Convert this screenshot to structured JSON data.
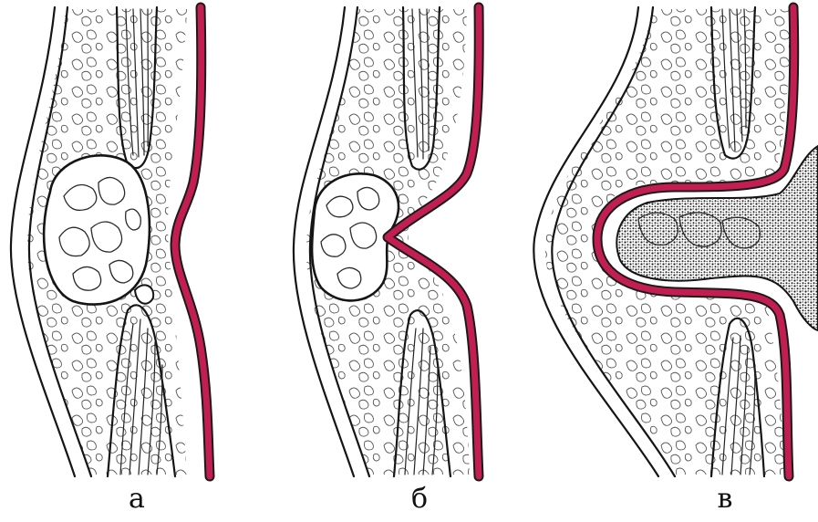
{
  "colors": {
    "peritoneum": "#c21e52",
    "peritoneum_outline": "#1a1a1a",
    "ink": "#151515",
    "background": "#ffffff",
    "bowel_fill": "#2b2b2b"
  },
  "panels": [
    {
      "id": "a",
      "label": "а"
    },
    {
      "id": "b",
      "label": "б"
    },
    {
      "id": "v",
      "label": "в"
    }
  ]
}
